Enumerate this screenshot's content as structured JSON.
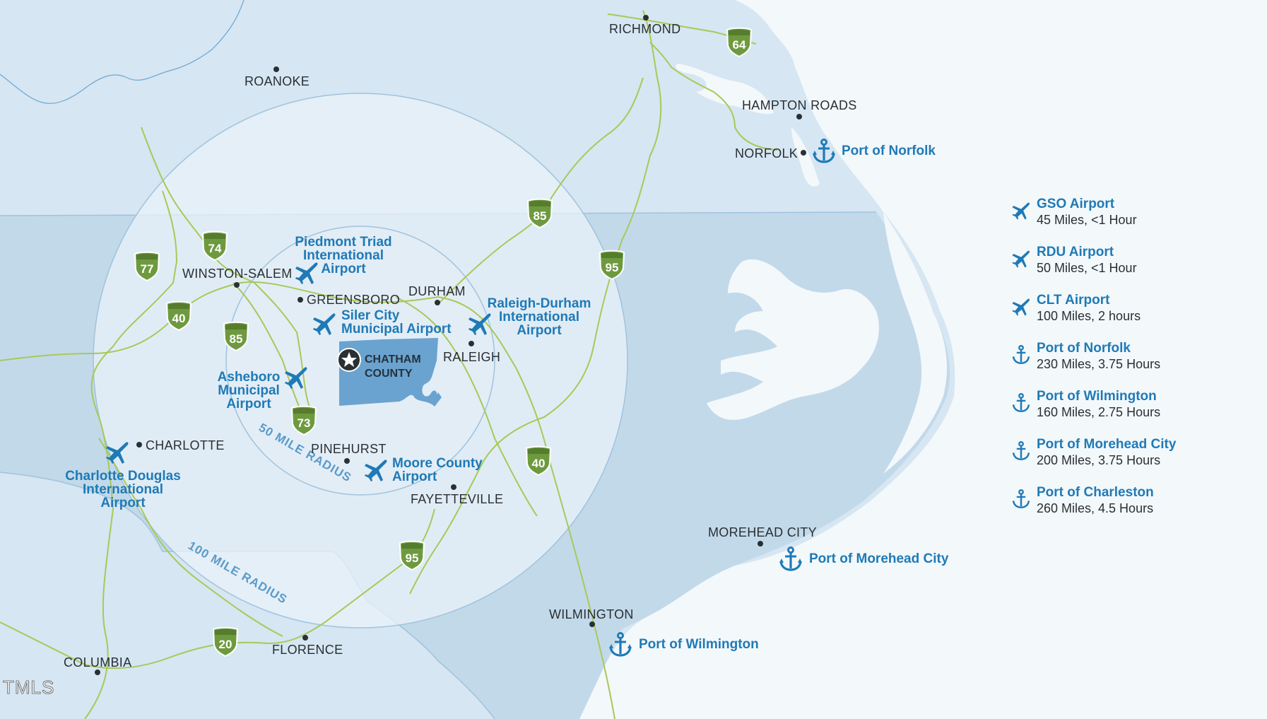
{
  "cities": [
    {
      "id": "richmond",
      "label": "RICHMOND"
    },
    {
      "id": "roanoke",
      "label": "ROANOKE"
    },
    {
      "id": "hampton-roads",
      "label": "HAMPTON ROADS"
    },
    {
      "id": "norfolk",
      "label": "NORFOLK"
    },
    {
      "id": "winston-salem",
      "label": "WINSTON-SALEM"
    },
    {
      "id": "greensboro",
      "label": "GREENSBORO"
    },
    {
      "id": "durham",
      "label": "DURHAM"
    },
    {
      "id": "raleigh",
      "label": "RALEIGH"
    },
    {
      "id": "charlotte",
      "label": "CHARLOTTE"
    },
    {
      "id": "pinehurst",
      "label": "PINEHURST"
    },
    {
      "id": "fayetteville",
      "label": "FAYETTEVILLE"
    },
    {
      "id": "morehead-city",
      "label": "MOREHEAD CITY"
    },
    {
      "id": "wilmington",
      "label": "WILMINGTON"
    },
    {
      "id": "columbia",
      "label": "COLUMBIA"
    },
    {
      "id": "florence",
      "label": "FLORENCE"
    }
  ],
  "airports": {
    "piedmont": [
      "Piedmont Triad",
      "International",
      "Airport"
    ],
    "siler": [
      "Siler City",
      "Municipal Airport"
    ],
    "rdu": [
      "Raleigh-Durham",
      "International",
      "Airport"
    ],
    "asheboro": [
      "Asheboro",
      "Municipal",
      "Airport"
    ],
    "clt": [
      "Charlotte Douglas",
      "International",
      "Airport"
    ],
    "moore": [
      "Moore County",
      "Airport"
    ]
  },
  "ports": {
    "norfolk": "Port of Norfolk",
    "morehead": "Port of Morehead City",
    "wilmington": "Port of Wilmington"
  },
  "county": [
    "CHATHAM",
    "COUNTY"
  ],
  "radii": {
    "inner": "50 MILE RADIUS",
    "outer": "100 MILE RADIUS"
  },
  "interstates": [
    "77",
    "74",
    "40",
    "85",
    "73",
    "85",
    "95",
    "64",
    "40",
    "95",
    "20"
  ],
  "watermark": "TMLS",
  "legend": [
    {
      "icon": "plane-icon",
      "title": "GSO Airport",
      "detail": "45 Miles, <1 Hour"
    },
    {
      "icon": "plane-icon",
      "title": "RDU Airport",
      "detail": "50 Miles, <1 Hour"
    },
    {
      "icon": "plane-icon",
      "title": "CLT Airport",
      "detail": "100 Miles, 2 hours"
    },
    {
      "icon": "anchor-icon",
      "title": "Port of Norfolk",
      "detail": "230 Miles, 3.75 Hours"
    },
    {
      "icon": "anchor-icon",
      "title": "Port of Wilmington",
      "detail": "160 Miles, 2.75 Hours"
    },
    {
      "icon": "anchor-icon",
      "title": "Port of Morehead City",
      "detail": "200 Miles, 3.75 Hours"
    },
    {
      "icon": "anchor-icon",
      "title": "Port of Charleston",
      "detail": "260 Miles, 4.5 Hours"
    }
  ],
  "colors": {
    "ocean": "#f3f8fb",
    "land": "#d6e6f2",
    "nc_land": "#c2d9ea",
    "radius_fill": "#e9f1f8",
    "county": "#6aa3cf",
    "highway": "#a7c958",
    "shield": "#6e9a3f",
    "accent": "#1f7ab6"
  }
}
